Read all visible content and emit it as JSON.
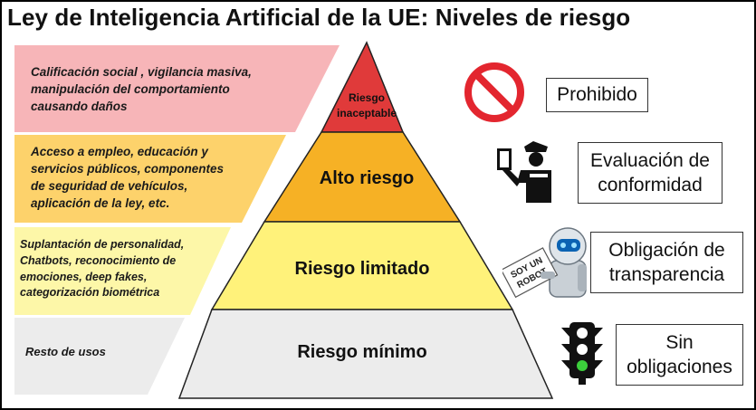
{
  "title": "Ley de Inteligencia Artificial de la UE: Niveles de riesgo",
  "levels": [
    {
      "label": "Riesgo inaceptable",
      "color": "#e03a3a",
      "examples": [
        "Calificación social , vigilancia masiva,",
        "manipulación del comportamiento",
        "causando daños"
      ],
      "band_color": "#f7b5b8",
      "outcome": "Prohibido",
      "icon": "prohibited-icon"
    },
    {
      "label": "Alto riesgo",
      "color": "#f6b125",
      "examples": [
        "Acceso a empleo, educación y",
        "servicios públicos, componentes",
        "de seguridad de vehículos,",
        "aplicación de la ley, etc."
      ],
      "band_color": "#fdd26b",
      "outcome": "Evaluación de conformidad",
      "outcome_lines": [
        "Evaluación de",
        "conformidad"
      ],
      "icon": "inspector-icon"
    },
    {
      "label": "Riesgo limitado",
      "color": "#fff27a",
      "examples": [
        "Suplantación de personalidad,",
        "Chatbots, reconocimiento de",
        "emociones, deep fakes,",
        "categorización biométrica"
      ],
      "band_color": "#fdf7a8",
      "outcome": "Obligación de transparencia",
      "outcome_lines": [
        "Obligación de",
        "transparencia"
      ],
      "icon": "robot-icon",
      "icon_text": [
        "SOY UN",
        "ROBOT"
      ]
    },
    {
      "label": "Riesgo mínimo",
      "color": "#ececec",
      "examples": [
        "Resto de usos"
      ],
      "band_color": "#ececec",
      "outcome": "Sin obligaciones",
      "outcome_lines": [
        "Sin",
        "obligaciones"
      ],
      "icon": "traffic-light-icon"
    }
  ]
}
